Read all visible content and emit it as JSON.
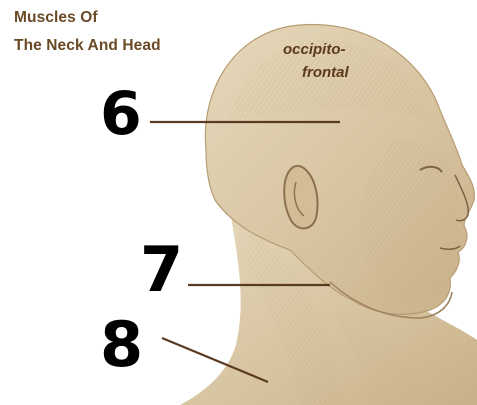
{
  "title": {
    "line1": "Muscles Of",
    "line2": "The Neck And Head"
  },
  "labels": {
    "occipitofrontal_line1": "occipito-",
    "occipitofrontal_line2": "frontal"
  },
  "markers": [
    {
      "number": "6"
    },
    {
      "number": "7"
    },
    {
      "number": "8"
    }
  ],
  "colors": {
    "background": "#ffffff",
    "skin": "#d8c7a5",
    "title_text": "#6a4a26",
    "leader_line": "#5a3a20",
    "marker_text": "#000000"
  }
}
